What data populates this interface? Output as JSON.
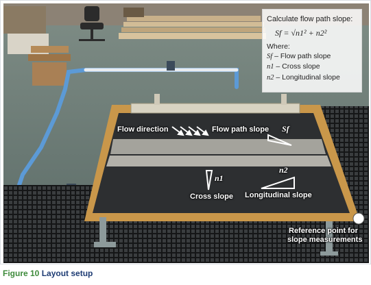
{
  "info_box": {
    "heading": "Calculate flow path slope:",
    "formula": "Sf = √n1² + n2²",
    "where": "Where:",
    "definitions": [
      {
        "symbol": "Sf",
        "text": "– Flow path slope"
      },
      {
        "symbol": "n1",
        "text": "– Cross slope"
      },
      {
        "symbol": "n2",
        "text": "– Longitudinal slope"
      }
    ]
  },
  "labels": {
    "flow_direction": "Flow direction",
    "flow_path_slope": "Flow path slope",
    "sf": "Sf",
    "n1": "n1",
    "n2": "n2",
    "cross_slope": "Cross slope",
    "longitudinal_slope": "Longitudinal slope",
    "reference_line1": "Reference point for",
    "reference_line2": "slope measurements"
  },
  "caption": {
    "figure": "Figure 10",
    "text": "Layout setup"
  },
  "colors": {
    "caption_figure": "#3d8a3a",
    "caption_text": "#1d3b73",
    "floor": "#6b7c78",
    "board_frame": "#c9974a",
    "asphalt": "#2d2f31",
    "pipe": "#5c9ad6"
  }
}
